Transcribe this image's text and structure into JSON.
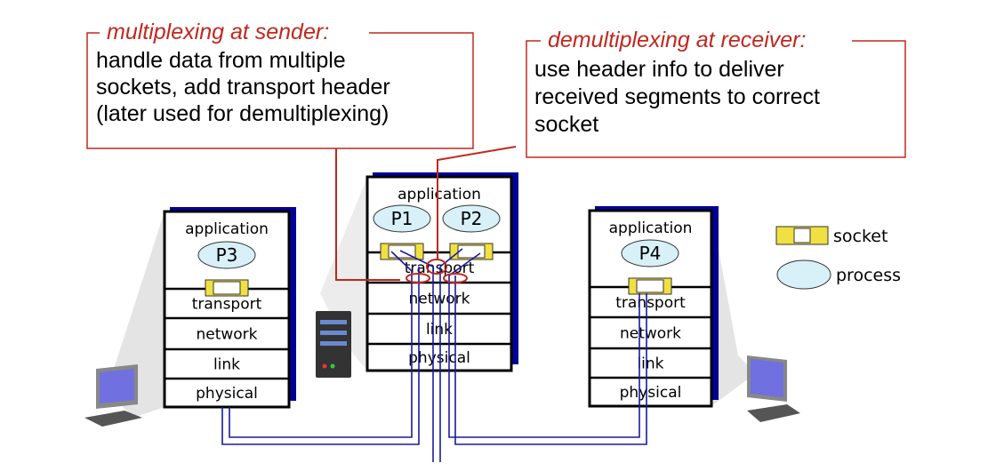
{
  "callouts": {
    "sender": {
      "title": "multiplexing at sender:",
      "lines": [
        "handle data from multiple",
        "sockets, add transport header",
        "(later used for demultiplexing)"
      ]
    },
    "receiver": {
      "title": "demultiplexing at receiver:",
      "lines": [
        "use header info to deliver",
        "received segments to correct",
        "socket"
      ]
    }
  },
  "layers": [
    "application",
    "transport",
    "network",
    "link",
    "physical"
  ],
  "processes": {
    "left": "P3",
    "middle": [
      "P1",
      "P2"
    ],
    "right": "P4"
  },
  "legend": {
    "socket": "socket",
    "process": "process"
  },
  "colors": {
    "callout": "#c0281e",
    "wire": "#1a1aa0",
    "shadow": "#000099",
    "process_fill": "#d8f0f8",
    "socket_fill": "#f0e040"
  }
}
